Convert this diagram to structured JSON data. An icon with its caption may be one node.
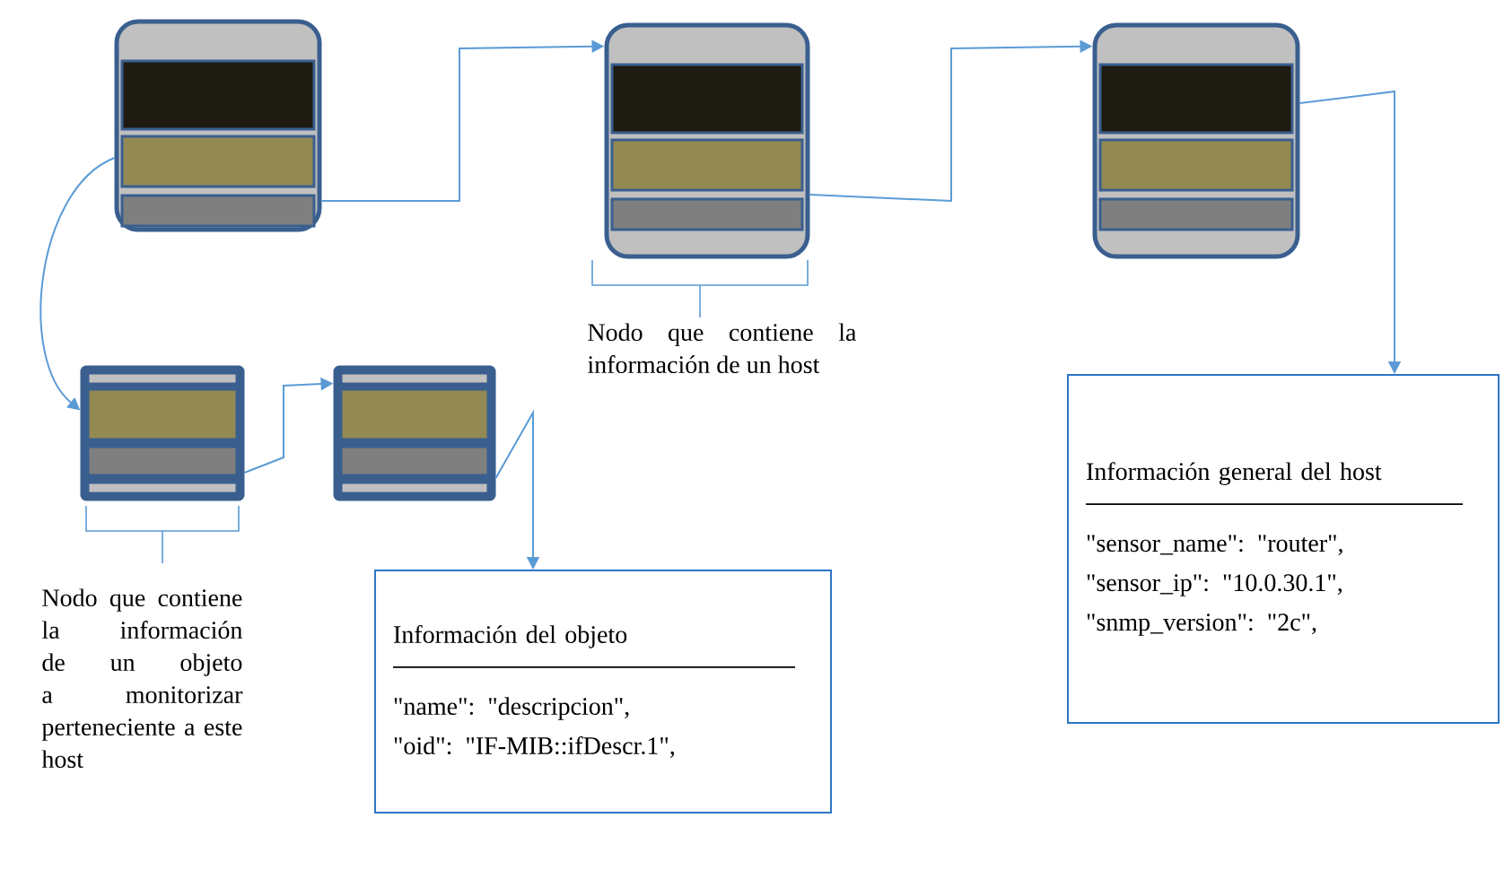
{
  "diagram": {
    "nodes": [
      {
        "text": [],
        "shape": "picture"
      },
      {
        "text": [],
        "shape": "picture",
        "beside": [
          "Nodo que contiene la información de un host"
        ]
      },
      {
        "text": [],
        "shape": "picture"
      },
      {
        "text": [],
        "shape": "picture",
        "beside": [
          "Nodo que contiene la información de un objeto a monitorizar perteneciente a este host"
        ]
      },
      {
        "text": [],
        "shape": "picture"
      },
      {
        "text": [
          "Información del objeto",
          "\"name\": \"descripcion\",",
          "\"oid\": \"IF-MIB::ifDescr.1\","
        ]
      },
      {
        "text": [
          "Información general del host",
          "\"sensor_name\": \"router\",",
          "\"sensor_ip\": \"10.0.30.1\",",
          "\"snmp_version\": \"2c\","
        ]
      }
    ],
    "edges": [
      {
        "from": 0,
        "to": 1,
        "arrow": "to"
      },
      {
        "from": 1,
        "to": 2,
        "arrow": "to"
      },
      {
        "from": 0,
        "to": 3,
        "arrow": "to"
      },
      {
        "from": 3,
        "to": 4,
        "arrow": "to"
      },
      {
        "from": 4,
        "to": 5,
        "arrow": "to"
      },
      {
        "from": 2,
        "to": 6,
        "arrow": "to"
      }
    ]
  }
}
